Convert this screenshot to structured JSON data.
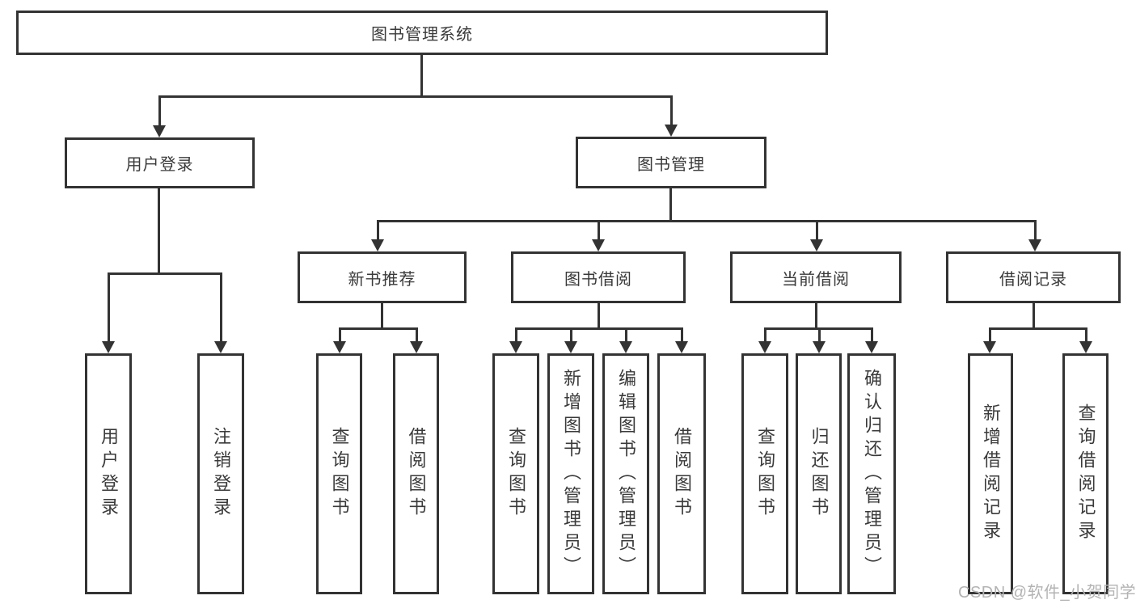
{
  "diagram": {
    "type": "hierarchy",
    "root": {
      "label": "图书管理系统",
      "children": [
        {
          "label": "用户登录",
          "children": [
            {
              "label": "用户登录"
            },
            {
              "label": "注销登录"
            }
          ]
        },
        {
          "label": "图书管理",
          "children": [
            {
              "label": "新书推荐",
              "children": [
                {
                  "label": "查询图书"
                },
                {
                  "label": "借阅图书"
                }
              ]
            },
            {
              "label": "图书借阅",
              "children": [
                {
                  "label": "查询图书"
                },
                {
                  "label": "新增图书（管理员）"
                },
                {
                  "label": "编辑图书（管理员）"
                },
                {
                  "label": "借阅图书"
                }
              ]
            },
            {
              "label": "当前借阅",
              "children": [
                {
                  "label": "查询图书"
                },
                {
                  "label": "归还图书"
                },
                {
                  "label": "确认归还（管理员）"
                }
              ]
            },
            {
              "label": "借阅记录",
              "children": [
                {
                  "label": "新增借阅记录"
                },
                {
                  "label": "查询借阅记录"
                }
              ]
            }
          ]
        }
      ]
    }
  },
  "watermark": {
    "text": "CSDN @软件_小贺同学"
  },
  "colors": {
    "line": "#333333",
    "box_border": "#333333",
    "text": "#3a3a3a",
    "watermark": "#b3b3b3",
    "background": "#ffffff"
  }
}
